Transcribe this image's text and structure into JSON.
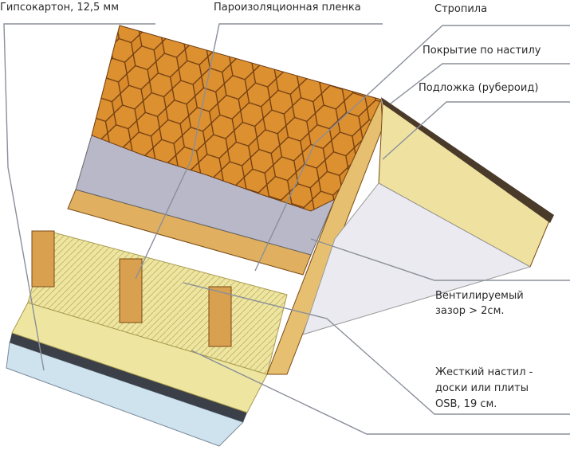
{
  "labels": {
    "drywall": "Гипсокартон, 12,5 мм",
    "vapor_barrier": "Пароизоляционная пленка",
    "rafters": "Стропила",
    "covering": "Покрытие по настилу",
    "underlay": "Подложка (рубероид)",
    "vent_gap_line1": "Вентилируемый",
    "vent_gap_line2": "зазор > 2см.",
    "deck_line1": "Жесткий настил -",
    "deck_line2": "доски или плиты",
    "deck_line3": "OSB, 19 см."
  },
  "colors": {
    "shingle": "#d98a2a",
    "shingle_edge": "#6b3a10",
    "wood": "#e0b060",
    "insulation": "#eee6a0",
    "membrane": "#b8b8c8",
    "drywall": "#cfe3ef",
    "leader": "#8a8f99"
  }
}
